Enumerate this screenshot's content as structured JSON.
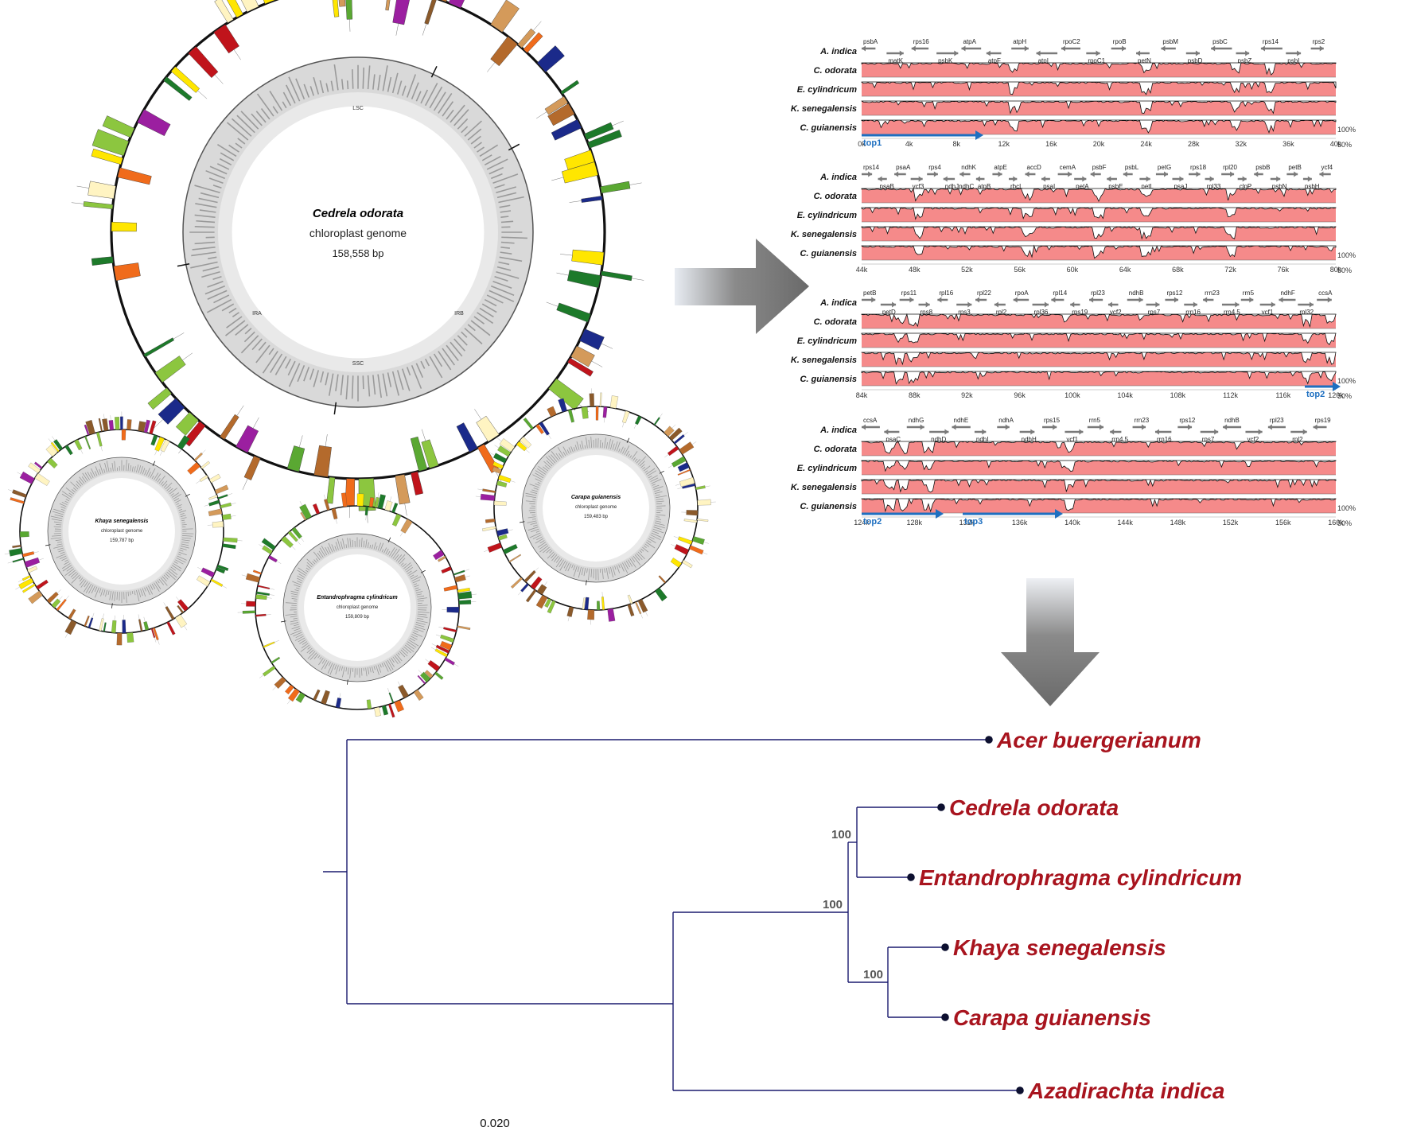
{
  "genomes": [
    {
      "species": "Cedrela odorata",
      "subtitle": "chloroplast genome",
      "size": "158,558 bp",
      "lsc": "LSC",
      "ssc": "SSC",
      "ira": "IRA",
      "irb": "IRB"
    },
    {
      "species": "Khaya senegalensis",
      "subtitle": "chloroplast genome",
      "size": "159,787 bp"
    },
    {
      "species": "Entandrophragma cylindricum",
      "subtitle": "chloroplast genome",
      "size": "159,809 bp"
    },
    {
      "species": "Carapa guianensis",
      "subtitle": "chloroplast genome",
      "size": "159,483 bp"
    }
  ],
  "alignment": {
    "rows": [
      "A. indica",
      "C. odorata",
      "E. cylindricum",
      "K. senegalensis",
      "C. guianensis"
    ],
    "pct_top": "100%",
    "pct_bottom": "50%",
    "panels": [
      {
        "ticks": [
          "0k",
          "4k",
          "8k",
          "12k",
          "16k",
          "20k",
          "24k",
          "28k",
          "32k",
          "36k",
          "40k"
        ],
        "genes": [
          "psbA",
          "matK",
          "rps16",
          "psbK",
          "atpA",
          "atpF",
          "atpH",
          "atpI",
          "rpoC2",
          "rpoC1",
          "rpoB",
          "petN",
          "psbM",
          "psbD",
          "psbC",
          "psbZ",
          "rps14",
          "psbI",
          "rps2"
        ],
        "hotspots": [
          {
            "label": "top1"
          }
        ]
      },
      {
        "ticks": [
          "44k",
          "48k",
          "52k",
          "56k",
          "60k",
          "64k",
          "68k",
          "72k",
          "76k",
          "80k"
        ],
        "genes": [
          "rps14",
          "psaB",
          "psaA",
          "ycf3",
          "rps4",
          "ndhJndhC",
          "ndhK",
          "atpB",
          "atpE",
          "rbcL",
          "accD",
          "psaI",
          "cemA",
          "petA",
          "psbF",
          "psbE",
          "psbL",
          "petL",
          "petG",
          "psaJ",
          "rps18",
          "rpl33",
          "rpl20",
          "clpP",
          "psbB",
          "psbN",
          "petB",
          "psbH",
          "ycf4"
        ],
        "hotspots": []
      },
      {
        "ticks": [
          "84k",
          "88k",
          "92k",
          "96k",
          "100k",
          "104k",
          "108k",
          "112k",
          "116k",
          "120k"
        ],
        "genes": [
          "petB",
          "petD",
          "rps11",
          "rps8",
          "rpl16",
          "rps3",
          "rpl22",
          "rpl2",
          "rpoA",
          "rpl36",
          "rpl14",
          "rps19",
          "rpl23",
          "ycf2",
          "ndhB",
          "rps7",
          "rps12",
          "rrn16",
          "rrn23",
          "rrn4.5",
          "rrn5",
          "ycf1",
          "ndhF",
          "rpl32",
          "ccsA"
        ],
        "hotspots": [
          {
            "label": "top2"
          }
        ]
      },
      {
        "ticks": [
          "124k",
          "128k",
          "132k",
          "136k",
          "140k",
          "144k",
          "148k",
          "152k",
          "156k",
          "160k"
        ],
        "genes": [
          "ccsA",
          "psaC",
          "ndhG",
          "ndhD",
          "ndhE",
          "ndhI",
          "ndhA",
          "ndhH",
          "rps15",
          "ycf1",
          "rrn5",
          "rrn4.5",
          "rrn23",
          "rrn16",
          "rps12",
          "rps7",
          "ndhB",
          "ycf2",
          "rpl23",
          "rpl2",
          "rps19"
        ],
        "hotspots": [
          {
            "label": "top2"
          },
          {
            "label": "top3"
          }
        ]
      }
    ]
  },
  "tree": {
    "taxa": [
      "Acer buergerianum",
      "Cedrela odorata",
      "Entandrophragma cylindricum",
      "Khaya senegalensis",
      "Carapa guianensis",
      "Azadirachta indica"
    ],
    "bootstrap": [
      "100",
      "100",
      "100"
    ],
    "scale_label": "0,020"
  },
  "colors": {
    "species_label": "#a8141e",
    "tree_branch": "#1a1a6e",
    "alignment_fill": "#f58a8a",
    "hotspot_arrow": "#1e6fc0",
    "process_arrow": "#7f7f7f"
  }
}
